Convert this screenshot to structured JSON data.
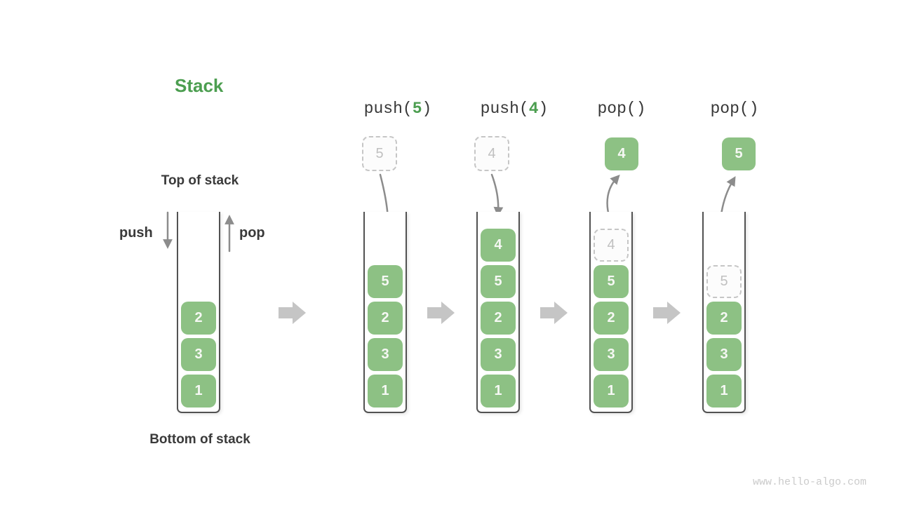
{
  "title": "Stack",
  "labels": {
    "top": "Top of stack",
    "bottom": "Bottom of stack",
    "push": "push",
    "pop": "pop"
  },
  "operations": [
    {
      "pre": "push(",
      "arg": "5",
      "post": ")"
    },
    {
      "pre": "push(",
      "arg": "4",
      "post": ")"
    },
    {
      "pre": "pop()",
      "arg": "",
      "post": ""
    },
    {
      "pre": "pop()",
      "arg": "",
      "post": ""
    }
  ],
  "floating": [
    {
      "value": "5",
      "style": "ghost"
    },
    {
      "value": "4",
      "style": "ghost"
    },
    {
      "value": "4",
      "style": "solid"
    },
    {
      "value": "5",
      "style": "solid"
    }
  ],
  "stacks": [
    {
      "cells": [
        {
          "value": "2",
          "style": "solid"
        },
        {
          "value": "3",
          "style": "solid"
        },
        {
          "value": "1",
          "style": "solid"
        }
      ]
    },
    {
      "cells": [
        {
          "value": "5",
          "style": "solid"
        },
        {
          "value": "2",
          "style": "solid"
        },
        {
          "value": "3",
          "style": "solid"
        },
        {
          "value": "1",
          "style": "solid"
        }
      ]
    },
    {
      "cells": [
        {
          "value": "4",
          "style": "solid"
        },
        {
          "value": "5",
          "style": "solid"
        },
        {
          "value": "2",
          "style": "solid"
        },
        {
          "value": "3",
          "style": "solid"
        },
        {
          "value": "1",
          "style": "solid"
        }
      ]
    },
    {
      "cells": [
        {
          "value": "4",
          "style": "ghost"
        },
        {
          "value": "5",
          "style": "solid"
        },
        {
          "value": "2",
          "style": "solid"
        },
        {
          "value": "3",
          "style": "solid"
        },
        {
          "value": "1",
          "style": "solid"
        }
      ]
    },
    {
      "cells": [
        {
          "value": "5",
          "style": "ghost"
        },
        {
          "value": "2",
          "style": "solid"
        },
        {
          "value": "3",
          "style": "solid"
        },
        {
          "value": "1",
          "style": "solid"
        }
      ]
    }
  ],
  "icons": {
    "push_arrow": "arrow-down",
    "pop_arrow": "arrow-up",
    "push_insert_arrow": "curved-arrow-down",
    "pop_remove_arrow": "curved-arrow-up",
    "stage_arrow": "block-arrow-right"
  },
  "watermark": "www.hello-algo.com",
  "colors": {
    "green_box": "#8dc184",
    "green_accent": "#4c9e50",
    "dark_text": "#3a3a3a",
    "arrow_gray": "#8c8c8c",
    "block_arrow": "#c5c5c5",
    "ghost_border": "#c6c6c6",
    "ghost_text": "#c0c0c0",
    "wall": "#525252",
    "cell_text": "#f6f8f4",
    "watermark": "#cbcbcb"
  }
}
